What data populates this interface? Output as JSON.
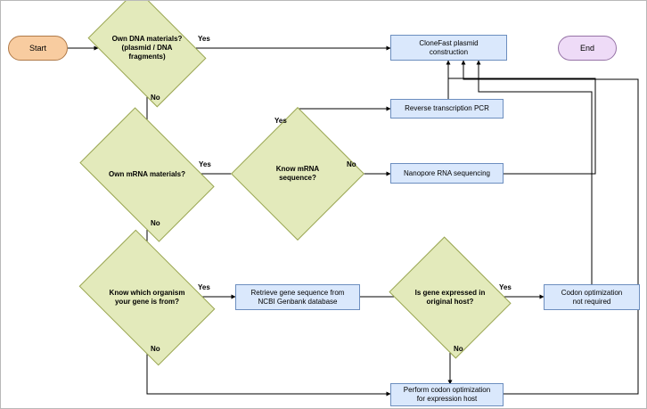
{
  "diagram": {
    "nodes": {
      "start": {
        "label": "Start"
      },
      "end": {
        "label": "End"
      },
      "own_dna": {
        "label": "Own DNA materials?\n(plasmid / DNA\nfragments)"
      },
      "own_mrna": {
        "label": "Own mRNA materials?"
      },
      "know_mrna_seq": {
        "label": "Know mRNA\nsequence?"
      },
      "know_organism": {
        "label": "Know which organism\nyour gene is from?"
      },
      "gene_expressed": {
        "label": "Is gene expressed in\noriginal host?"
      },
      "clonefast": {
        "label": "CloneFast plasmid\nconstruction"
      },
      "rt_pcr": {
        "label": "Reverse transcription PCR"
      },
      "nanopore": {
        "label": "Nanopore RNA sequencing"
      },
      "retrieve_gene": {
        "label": "Retrieve gene sequence from\nNCBI Genbank database"
      },
      "codon_not_required": {
        "label": "Codon optimization\nnot required"
      },
      "perform_codon": {
        "label": "Perform codon optimization\nfor expression host"
      }
    },
    "edge_labels": {
      "dna_yes": "Yes",
      "dna_no": "No",
      "mrna_yes": "Yes",
      "mrna_no": "No",
      "mrna_seq_yes": "Yes",
      "mrna_seq_no": "No",
      "organism_yes": "Yes",
      "organism_no": "No",
      "expressed_yes": "Yes",
      "expressed_no": "No"
    },
    "colors": {
      "process_fill": "#dae8fc",
      "process_stroke": "#6c8ebf",
      "decision_fill": "#e3eabb",
      "decision_stroke": "#9aa653",
      "start_fill": "#f8cca0",
      "start_stroke": "#b07a49",
      "end_fill": "#eedbf7",
      "end_stroke": "#9673a6",
      "edge_stroke": "#000000"
    }
  }
}
